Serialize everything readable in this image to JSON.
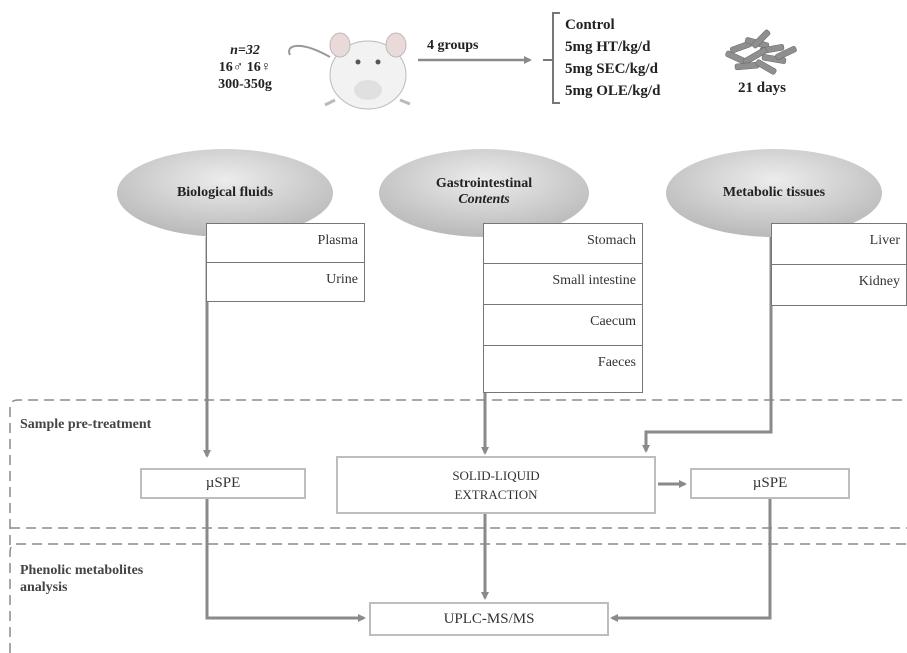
{
  "subjects": {
    "n": "n=32",
    "sex": "16♂ 16♀",
    "weight": "300-350g"
  },
  "grouping": {
    "label": "4 groups"
  },
  "groups": [
    "Control",
    "5mg HT/kg/d",
    "5mg SEC/kg/d",
    "5mg OLE/kg/d"
  ],
  "duration": "21 days",
  "samples": {
    "biological_fluids": {
      "title": "Biological fluids",
      "items": [
        "Plasma",
        "Urine"
      ]
    },
    "gastrointestinal": {
      "title_line1": "Gastrointestinal",
      "title_line2": "Contents",
      "items": [
        "Stomach",
        "Small intestine",
        "Caecum",
        "Faeces"
      ]
    },
    "metabolic_tissues": {
      "title": "Metabolic tissues",
      "items": [
        "Liver",
        "Kidney"
      ]
    }
  },
  "pretreatment": {
    "title": "Sample pre-treatment",
    "uspe_left": "µSPE",
    "sle_line1": "SOLID-LIQUID",
    "sle_line2": "EXTRACTION",
    "uspe_right": "µSPE"
  },
  "analysis": {
    "title_line1": "Phenolic metabolites",
    "title_line2": "analysis",
    "uplc": "UPLC-MS/MS"
  },
  "colors": {
    "ellipse": "#c8c8c8",
    "arrow": "#8a8a8a",
    "dashed": "#8a8a8a"
  }
}
